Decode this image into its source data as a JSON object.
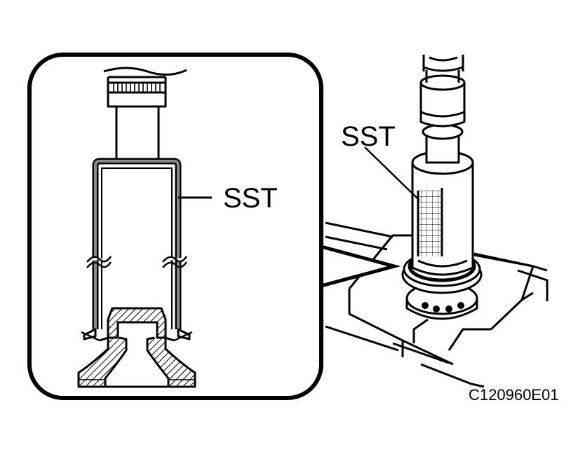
{
  "labels": {
    "inset_tool": "SST",
    "main_tool": "SST",
    "figure_id": "C120960E01"
  },
  "colors": {
    "ink": "#000000",
    "paper": "#ffffff",
    "tool_band": "#8a8a8a"
  }
}
